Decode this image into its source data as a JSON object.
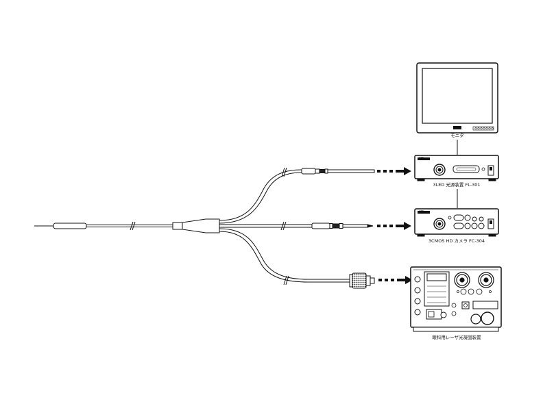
{
  "labels": {
    "monitor": "モニタ",
    "light_source": "3LED 光源装置 FL-301",
    "camera": "3CMOS HD カメラ FC-304",
    "laser": "眼科用レーザ光凝固装置"
  },
  "brand_marks": {
    "monitor": "TWB",
    "light_source": "Vitec",
    "camera": "Vitec"
  },
  "colors": {
    "line": "#111111",
    "device_fill": "#ffffff",
    "arrow": "#111111"
  }
}
